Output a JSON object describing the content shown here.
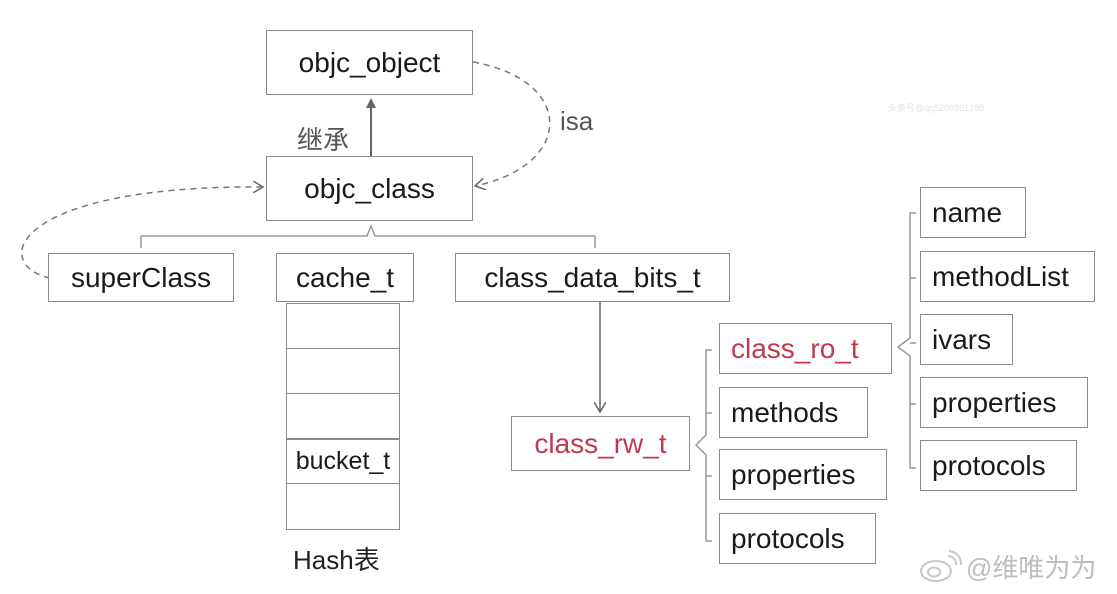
{
  "nodes": {
    "objc_object": "objc_object",
    "objc_class": "objc_class",
    "superClass": "superClass",
    "cache_t": "cache_t",
    "class_data_bits_t": "class_data_bits_t",
    "class_rw_t": "class_rw_t",
    "class_ro_t": "class_ro_t",
    "rw_methods": "methods",
    "rw_properties": "properties",
    "rw_protocols": "protocols",
    "ro_name": "name",
    "ro_methodList": "methodList",
    "ro_ivars": "ivars",
    "ro_properties": "properties",
    "ro_protocols": "protocols"
  },
  "labels": {
    "inherit": "继承",
    "isa": "isa",
    "hash_table": "Hash表"
  },
  "hash_cells": [
    "",
    "",
    "",
    "bucket_t",
    ""
  ],
  "watermark": {
    "small": "头条号@qq5200961288",
    "weibo": "@维唯为为"
  },
  "colors": {
    "border": "#8a8a8a",
    "highlight_text": "#c0394f",
    "connector": "#777777"
  }
}
